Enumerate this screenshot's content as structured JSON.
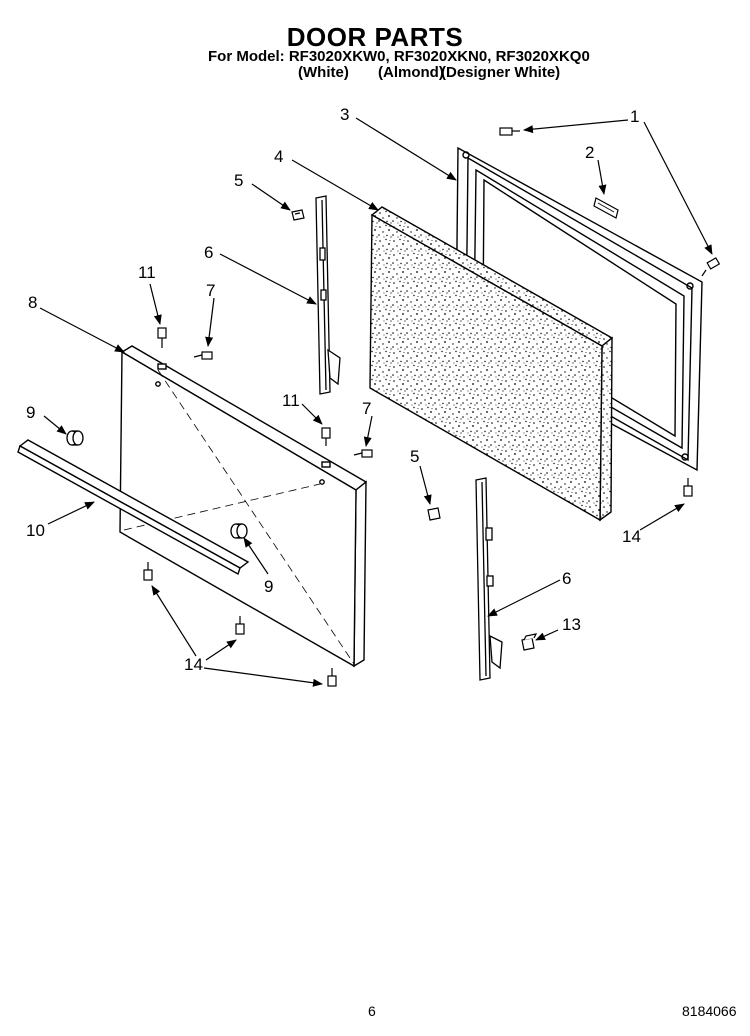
{
  "header": {
    "title": "DOOR PARTS",
    "models_line": "For Model: RF3020XKW0, RF3020XKN0, RF3020XKQ0",
    "color_white": "(White)",
    "color_almond": "(Almond)",
    "color_designer": "(Designer White)"
  },
  "callouts": {
    "n1": "1",
    "n2": "2",
    "n3": "3",
    "n4": "4",
    "n5": "5",
    "n6": "6",
    "n7": "7",
    "n8": "8",
    "n9": "9",
    "n10": "10",
    "n11": "11",
    "n13": "13",
    "n14": "14"
  },
  "footer": {
    "page_number": "6",
    "document_number": "8184066"
  }
}
